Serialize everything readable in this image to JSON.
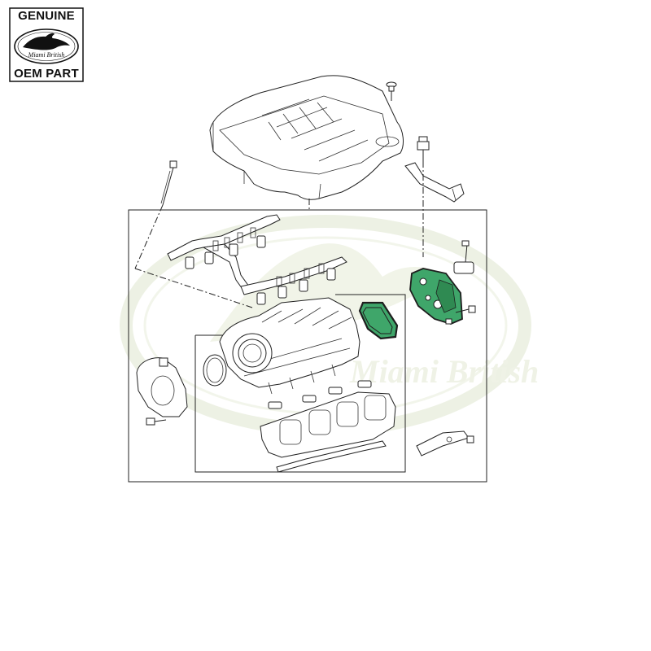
{
  "badge": {
    "top_text": "GENUINE",
    "logo_text": "Miami British",
    "bottom_text": "OEM PART"
  },
  "watermark": {
    "text": "Miami British"
  },
  "colors": {
    "highlight": "#3fa66a",
    "watermark": "#e9eedc",
    "line": "#222222"
  }
}
